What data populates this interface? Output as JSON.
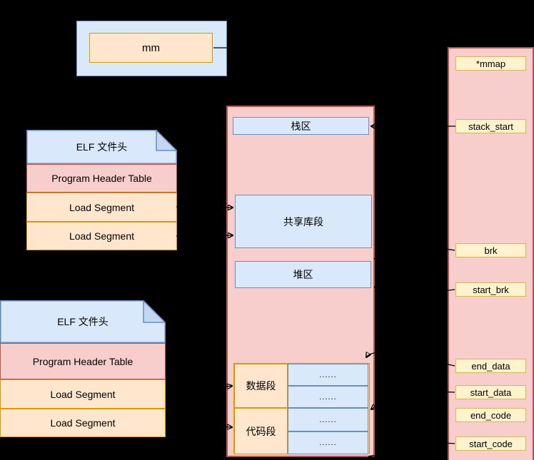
{
  "mm_node": {
    "label": "mm"
  },
  "elf_top": {
    "header": "ELF 文件头",
    "program_header": "Program Header Table",
    "load_segment_1": "Load Segment",
    "load_segment_2": "Load Segment"
  },
  "elf_bottom": {
    "header": "ELF 文件头",
    "program_header": "Program Header Table",
    "load_segment_1": "Load Segment",
    "load_segment_2": "Load Segment"
  },
  "memory_layout": {
    "stack": "栈区",
    "shared_lib": "共享库段",
    "heap": "堆区",
    "data_segment": "数据段",
    "code_segment": "代码段",
    "dots_1": "......",
    "dots_2": "......",
    "dots_3": "......",
    "dots_4": "......"
  },
  "mm_struct": {
    "fields": [
      "*mmap",
      "stack_start",
      "brk",
      "start_brk",
      "end_data",
      "start_data",
      "end_code",
      "start_code"
    ]
  },
  "colors": {
    "background": "#000000",
    "blue_fill": "#dae8fc",
    "blue_border": "#6c8ebf",
    "pink_fill": "#f8cecc",
    "pink_border": "#b85450",
    "orange_fill": "#ffe6cc",
    "orange_border": "#d79b00",
    "yellow_fill": "#fff2cc",
    "yellow_border": "#d6b656",
    "connector": "#000000"
  }
}
